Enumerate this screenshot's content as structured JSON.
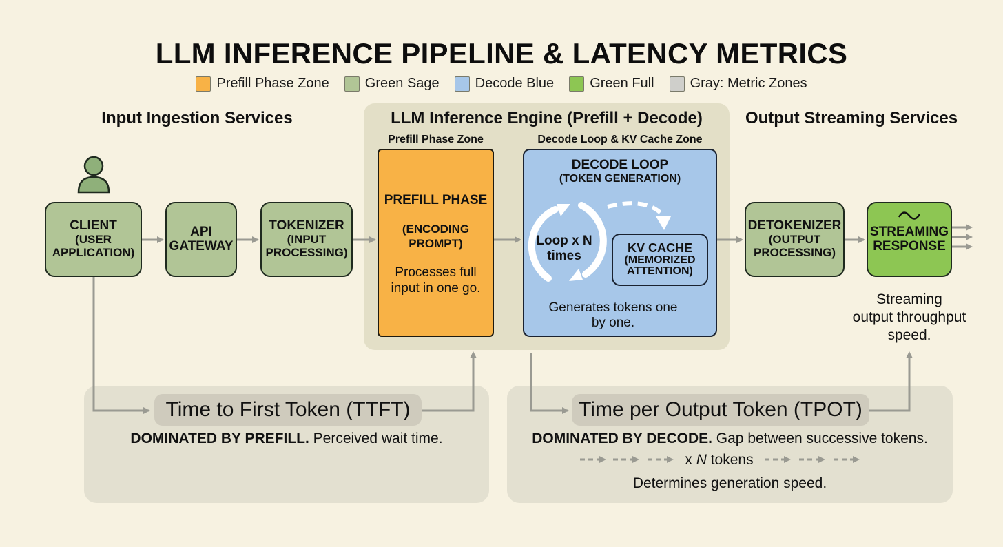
{
  "title": "LLM INFERENCE PIPELINE & LATENCY METRICS",
  "legend": [
    {
      "label": "Prefill Phase Zone",
      "color": "#f8b246"
    },
    {
      "label": "Green Sage",
      "color": "#b1c596"
    },
    {
      "label": "Decode Blue",
      "color": "#a7c7e9"
    },
    {
      "label": "Green Full",
      "color": "#8dc653"
    },
    {
      "label": "Gray: Metric Zones",
      "color": "#cfcfcb"
    }
  ],
  "sections": {
    "input": "Input Ingestion Services",
    "engine": "LLM Inference Engine (Prefill + Decode)",
    "output": "Output Streaming Services"
  },
  "zones": {
    "prefill": "Prefill Phase Zone",
    "decode": "Decode Loop & KV Cache Zone"
  },
  "nodes": {
    "client": {
      "line1": "CLIENT",
      "line2": "(USER",
      "line3": "APPLICATION)",
      "icon": "user-icon"
    },
    "gateway": {
      "line1": "API",
      "line2": "GATEWAY"
    },
    "tokenizer": {
      "line1": "TOKENIZER",
      "line2": "(INPUT",
      "line3": "PROCESSING)"
    },
    "detokenizer": {
      "line1": "DETOKENIZER",
      "line2": "(OUTPUT",
      "line3": "PROCESSING)"
    },
    "streaming": {
      "line1": "STREAMING",
      "line2": "RESPONSE",
      "icon": "wave-icon"
    }
  },
  "prefill": {
    "title": "PREFILL PHASE",
    "sub1": "(ENCODING",
    "sub2": "PROMPT)",
    "desc1": "Processes full",
    "desc2": "input in one go."
  },
  "decode": {
    "title1": "DECODE LOOP",
    "title2": "(TOKEN GENERATION)",
    "loop1": "Loop x N",
    "loop2": "times",
    "kv1": "KV CACHE",
    "kv2": "(MEMORIZED",
    "kv3": "ATTENTION)",
    "desc1": "Generates tokens one",
    "desc2": "by one."
  },
  "streaming_note": {
    "line1": "Streaming",
    "line2": "output throughput",
    "line3": "speed."
  },
  "ttft": {
    "title": "Time to First Token (TTFT)",
    "bold": "DOMINATED BY PREFILL.",
    "rest": " Perceived wait time."
  },
  "tpot": {
    "title": "Time per Output Token (TPOT)",
    "bold": "DOMINATED BY DECODE.",
    "rest": " Gap between successive tokens.",
    "tokens_prefix": "x ",
    "tokens_n": "N",
    "tokens_suffix": " tokens",
    "footer": "Determines generation speed."
  }
}
